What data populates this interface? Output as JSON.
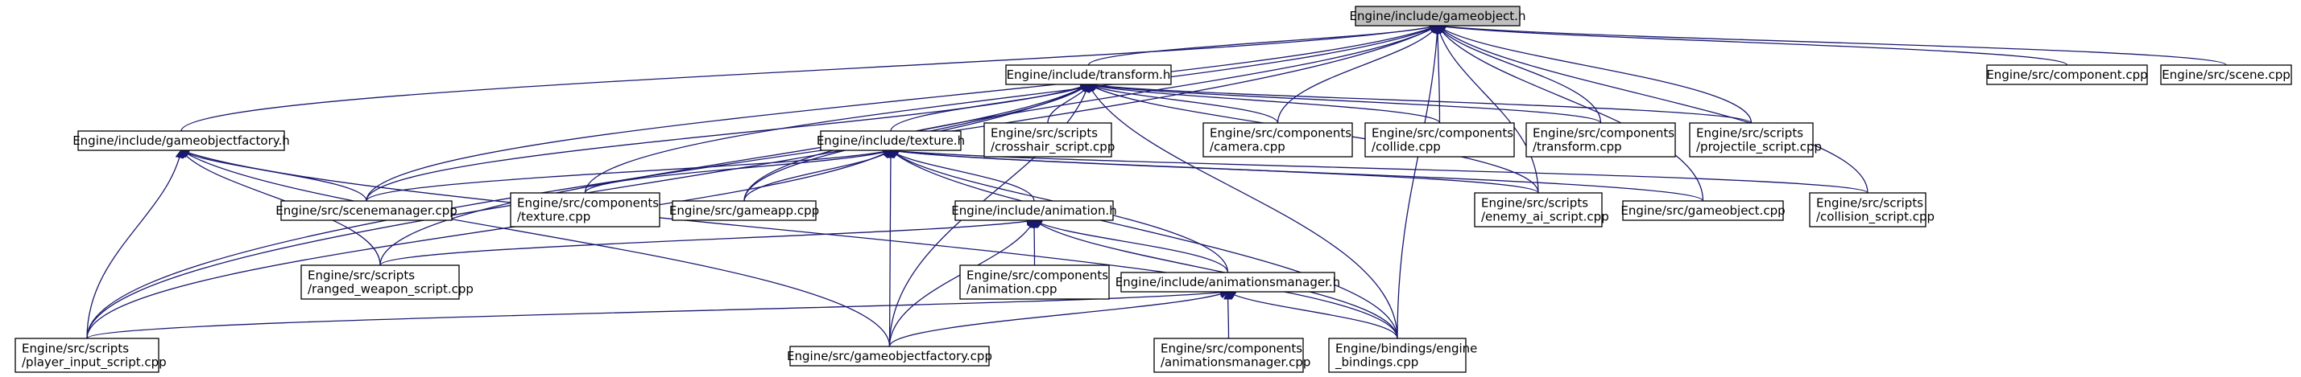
{
  "colors": {
    "edge": "#191970",
    "root_fill": "#bfbfbf",
    "node_fill": "#ffffff",
    "node_stroke": "#000000"
  },
  "nodes": [
    {
      "id": "gameobject_h",
      "lines": [
        "Engine/include/gameobject.h"
      ],
      "root": true
    },
    {
      "id": "transform_h",
      "lines": [
        "Engine/include/transform.h"
      ]
    },
    {
      "id": "component_cpp",
      "lines": [
        "Engine/src/component.cpp"
      ]
    },
    {
      "id": "scene_cpp",
      "lines": [
        "Engine/src/scene.cpp"
      ]
    },
    {
      "id": "gameobjectfactory_h",
      "lines": [
        "Engine/include/gameobjectfactory.h"
      ]
    },
    {
      "id": "texture_h",
      "lines": [
        "Engine/include/texture.h"
      ]
    },
    {
      "id": "crosshair_script",
      "lines": [
        "Engine/src/scripts",
        "/crosshair_script.cpp"
      ]
    },
    {
      "id": "camera_cpp",
      "lines": [
        "Engine/src/components",
        "/camera.cpp"
      ]
    },
    {
      "id": "collide_cpp",
      "lines": [
        "Engine/src/components",
        "/collide.cpp"
      ]
    },
    {
      "id": "transform_cpp",
      "lines": [
        "Engine/src/components",
        "/transform.cpp"
      ]
    },
    {
      "id": "projectile_script",
      "lines": [
        "Engine/src/scripts",
        "/projectile_script.cpp"
      ]
    },
    {
      "id": "scenemanager_cpp",
      "lines": [
        "Engine/src/scenemanager.cpp"
      ]
    },
    {
      "id": "texture_cpp",
      "lines": [
        "Engine/src/components",
        "/texture.cpp"
      ]
    },
    {
      "id": "gameapp_cpp",
      "lines": [
        "Engine/src/gameapp.cpp"
      ]
    },
    {
      "id": "animation_h",
      "lines": [
        "Engine/include/animation.h"
      ]
    },
    {
      "id": "enemy_ai_script",
      "lines": [
        "Engine/src/scripts",
        "/enemy_ai_script.cpp"
      ]
    },
    {
      "id": "gameobject_cpp",
      "lines": [
        "Engine/src/gameobject.cpp"
      ]
    },
    {
      "id": "collision_script",
      "lines": [
        "Engine/src/scripts",
        "/collision_script.cpp"
      ]
    },
    {
      "id": "ranged_weapon_script",
      "lines": [
        "Engine/src/scripts",
        "/ranged_weapon_script.cpp"
      ]
    },
    {
      "id": "animation_cpp",
      "lines": [
        "Engine/src/components",
        "/animation.cpp"
      ]
    },
    {
      "id": "animationsmanager_h",
      "lines": [
        "Engine/include/animationsmanager.h"
      ]
    },
    {
      "id": "player_input_script",
      "lines": [
        "Engine/src/scripts",
        "/player_input_script.cpp"
      ]
    },
    {
      "id": "gameobjectfactory_cpp",
      "lines": [
        "Engine/src/gameobjectfactory.cpp"
      ]
    },
    {
      "id": "animationsmanager_cpp",
      "lines": [
        "Engine/src/components",
        "/animationsmanager.cpp"
      ]
    },
    {
      "id": "engine_bindings_cpp",
      "lines": [
        "Engine/bindings/engine",
        "_bindings.cpp"
      ]
    }
  ],
  "edges": [
    [
      "transform_h",
      "gameobject_h"
    ],
    [
      "component_cpp",
      "gameobject_h"
    ],
    [
      "scene_cpp",
      "gameobject_h"
    ],
    [
      "gameobjectfactory_h",
      "gameobject_h"
    ],
    [
      "camera_cpp",
      "gameobject_h"
    ],
    [
      "collide_cpp",
      "gameobject_h"
    ],
    [
      "transform_cpp",
      "gameobject_h"
    ],
    [
      "projectile_script",
      "gameobject_h"
    ],
    [
      "scenemanager_cpp",
      "gameobject_h"
    ],
    [
      "texture_cpp",
      "gameobject_h"
    ],
    [
      "gameapp_cpp",
      "gameobject_h"
    ],
    [
      "enemy_ai_script",
      "gameobject_h"
    ],
    [
      "gameobject_cpp",
      "gameobject_h"
    ],
    [
      "collision_script",
      "gameobject_h"
    ],
    [
      "player_input_script",
      "gameobject_h"
    ],
    [
      "engine_bindings_cpp",
      "gameobject_h"
    ],
    [
      "texture_h",
      "transform_h"
    ],
    [
      "crosshair_script",
      "transform_h"
    ],
    [
      "camera_cpp",
      "transform_h"
    ],
    [
      "collide_cpp",
      "transform_h"
    ],
    [
      "transform_cpp",
      "transform_h"
    ],
    [
      "projectile_script",
      "transform_h"
    ],
    [
      "scenemanager_cpp",
      "transform_h"
    ],
    [
      "gameapp_cpp",
      "transform_h"
    ],
    [
      "enemy_ai_script",
      "transform_h"
    ],
    [
      "ranged_weapon_script",
      "transform_h"
    ],
    [
      "player_input_script",
      "transform_h"
    ],
    [
      "gameobjectfactory_cpp",
      "transform_h"
    ],
    [
      "engine_bindings_cpp",
      "transform_h"
    ],
    [
      "scenemanager_cpp",
      "gameobjectfactory_h"
    ],
    [
      "ranged_weapon_script",
      "gameobjectfactory_h"
    ],
    [
      "player_input_script",
      "gameobjectfactory_h"
    ],
    [
      "gameobjectfactory_cpp",
      "gameobjectfactory_h"
    ],
    [
      "engine_bindings_cpp",
      "gameobjectfactory_h"
    ],
    [
      "scenemanager_cpp",
      "texture_h"
    ],
    [
      "texture_cpp",
      "texture_h"
    ],
    [
      "gameapp_cpp",
      "texture_h"
    ],
    [
      "animation_h",
      "texture_h"
    ],
    [
      "enemy_ai_script",
      "texture_h"
    ],
    [
      "gameobject_cpp",
      "texture_h"
    ],
    [
      "collision_script",
      "texture_h"
    ],
    [
      "animationsmanager_h",
      "texture_h"
    ],
    [
      "player_input_script",
      "texture_h"
    ],
    [
      "gameobjectfactory_cpp",
      "texture_h"
    ],
    [
      "engine_bindings_cpp",
      "texture_h"
    ],
    [
      "ranged_weapon_script",
      "animation_h"
    ],
    [
      "animation_cpp",
      "animation_h"
    ],
    [
      "animationsmanager_h",
      "animation_h"
    ],
    [
      "gameobjectfactory_cpp",
      "animation_h"
    ],
    [
      "engine_bindings_cpp",
      "animation_h"
    ],
    [
      "player_input_script",
      "animationsmanager_h"
    ],
    [
      "gameobjectfactory_cpp",
      "animationsmanager_h"
    ],
    [
      "animationsmanager_cpp",
      "animationsmanager_h"
    ],
    [
      "engine_bindings_cpp",
      "animationsmanager_h"
    ]
  ]
}
